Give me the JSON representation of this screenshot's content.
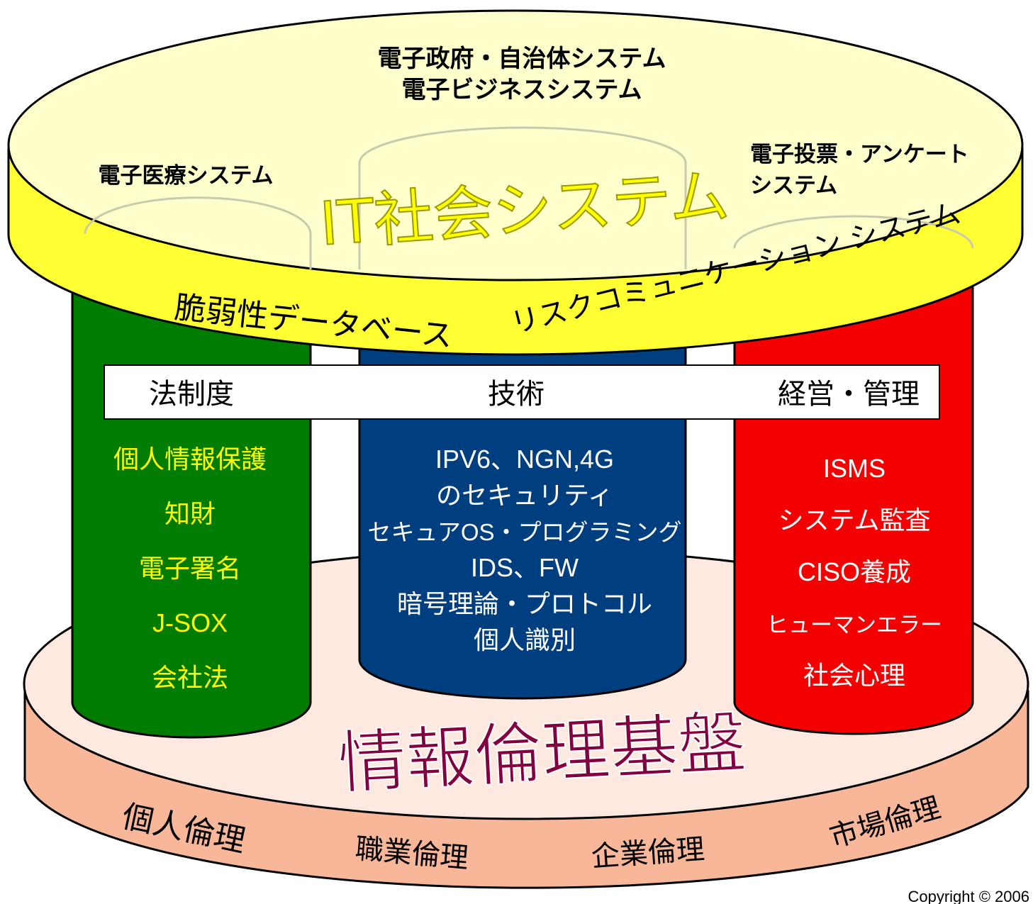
{
  "top": {
    "title": "IT社会システム",
    "line1": "電子政府・自治体システム",
    "line2": "電子ビジネスシステム",
    "left": "電子医療システム",
    "right1": "電子投票・アンケート",
    "right2": "システム"
  },
  "band": {
    "left": "脆弱性データベース",
    "right": "リスクコミュニケーション システム"
  },
  "header": {
    "law": "法制度",
    "tech": "技術",
    "mgmt": "経営・管理"
  },
  "pillars": {
    "law": [
      "個人情報保護",
      "知財",
      "電子署名",
      "J-SOX",
      "会社法"
    ],
    "tech": [
      "IPV6、NGN,4G",
      "のセキュリティ",
      "セキュアOS・プログラミング",
      "IDS、FW",
      "暗号理論・プロトコル",
      "個人識別"
    ],
    "mgmt": [
      "ISMS",
      "システム監査",
      "CISO養成",
      "ヒューマンエラー",
      "社会心理"
    ]
  },
  "base": {
    "title": "情報倫理基盤",
    "personal": "個人倫理",
    "professional": "職業倫理",
    "corporate": "企業倫理",
    "market": "市場倫理"
  },
  "copyright": "Copyright © 2006",
  "colors": {
    "law_pillar": "#007c00",
    "tech_pillar": "#003f7f",
    "mgmt_pillar": "#f50000",
    "top_disk": "#ffffcc",
    "band": "#ffff33",
    "base_top": "#fde9df",
    "base_side": "#f9b79a",
    "title_outline": "#cccc00",
    "base_title": "#800040"
  }
}
